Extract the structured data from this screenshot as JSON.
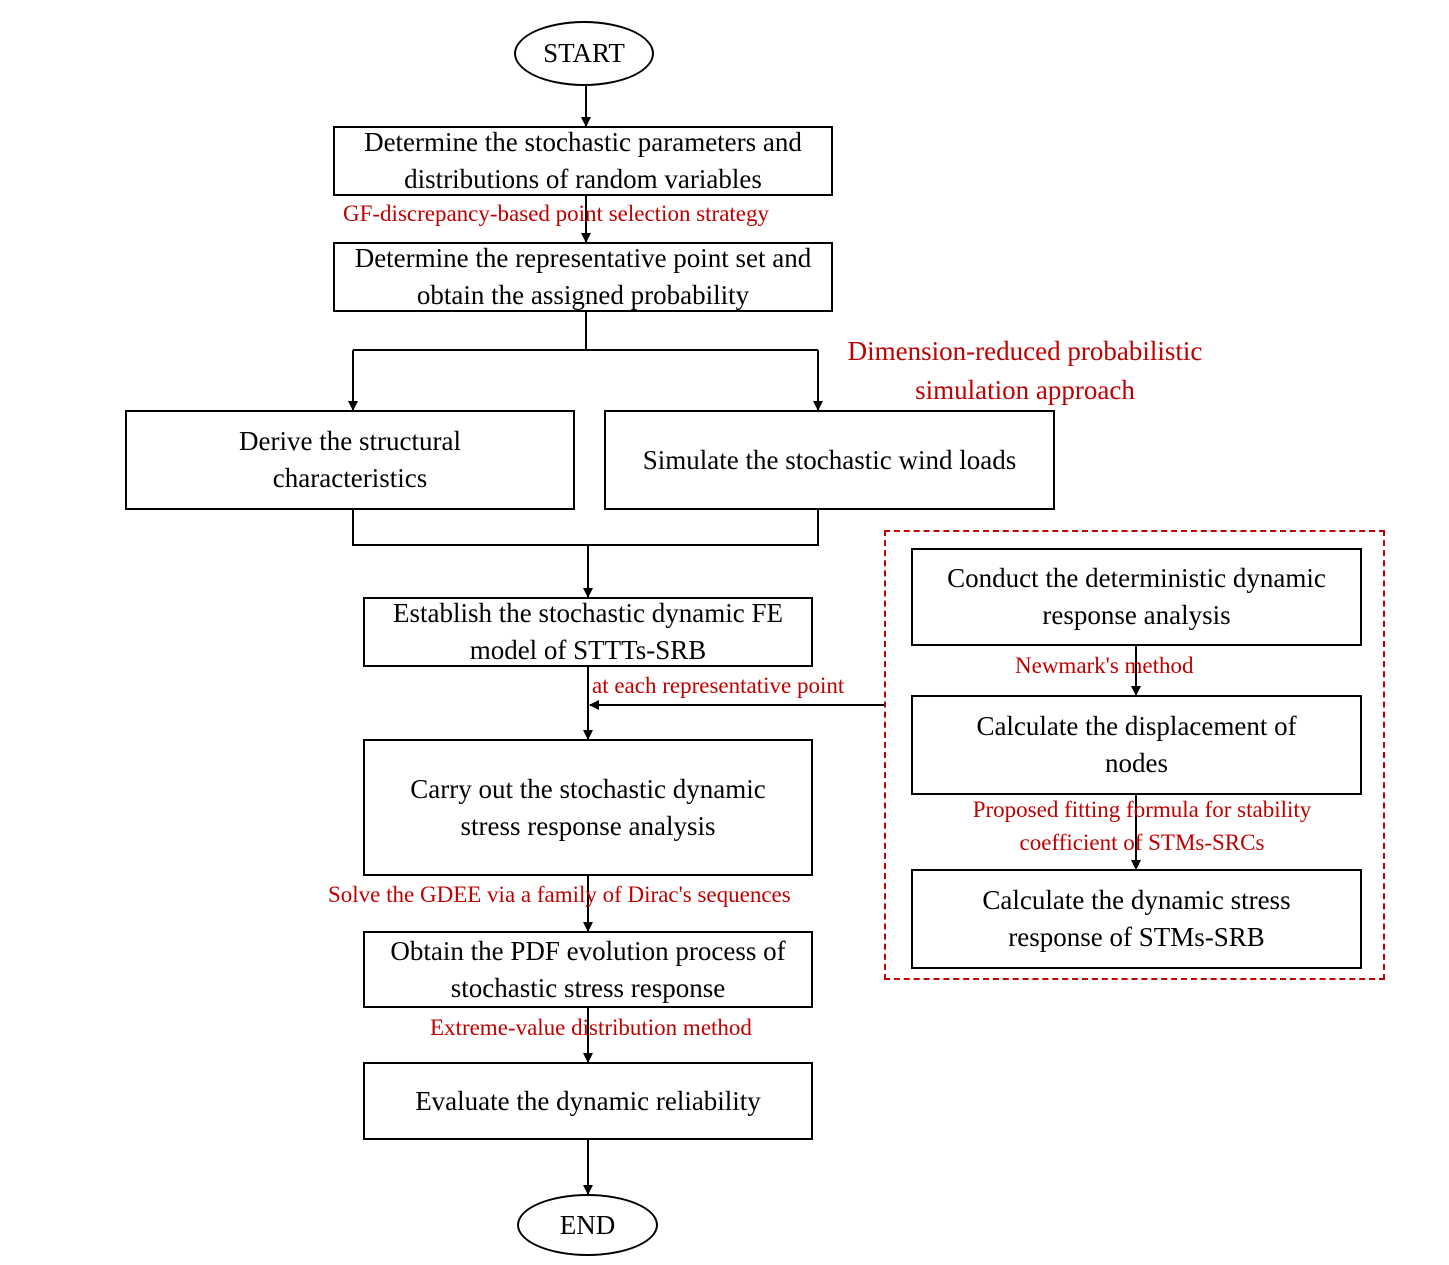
{
  "nodes": {
    "start": "START",
    "determine_params": "Determine the stochastic parameters and distributions of random variables",
    "representative_points": "Determine the representative point set and obtain the assigned probability",
    "structural": "Derive the structural characteristics",
    "wind_loads": "Simulate the stochastic wind loads",
    "fe_model": "Establish the stochastic dynamic FE model of STTTs-SRB",
    "stress_analysis": "Carry out the stochastic dynamic stress response analysis",
    "pdf_evolution": "Obtain the PDF evolution process of stochastic stress response",
    "reliability": "Evaluate the dynamic reliability",
    "end": "END",
    "deterministic": "Conduct the deterministic dynamic response analysis",
    "displacement": "Calculate the displacement of nodes",
    "dynamic_stress": "Calculate the dynamic stress response of STMs-SRB"
  },
  "labels": {
    "gf_discrepancy": "GF-discrepancy-based point selection strategy",
    "dimension_reduced_1": "Dimension-reduced probabilistic",
    "dimension_reduced_2": "simulation approach",
    "each_point": "at each representative point",
    "gdee": "Solve the GDEE via a family of Dirac's sequences",
    "extreme_value": "Extreme-value distribution method",
    "newmark": "Newmark's method",
    "fitting_1": "Proposed fitting formula for stability",
    "fitting_2": "coefficient of STMs-SRCs"
  },
  "colors": {
    "annotation": "#c00000",
    "stroke": "#000000"
  }
}
